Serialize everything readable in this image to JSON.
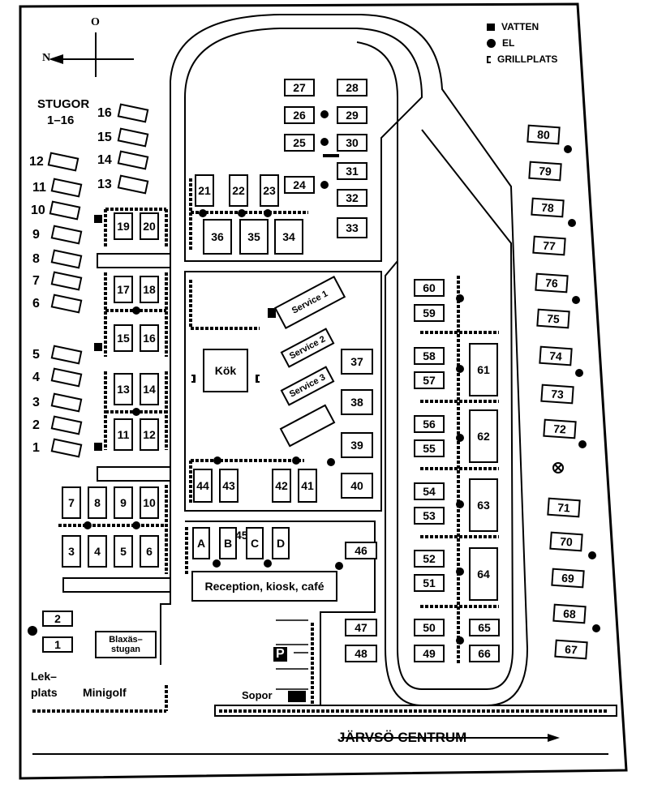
{
  "legend": {
    "water": "VATTEN",
    "electricity": "EL",
    "grill": "GRILLPLATS"
  },
  "compass": {
    "north": "N",
    "east": "O"
  },
  "cabins_title": "STUGOR",
  "cabins_range": "1–16",
  "buildings": {
    "service1": "Service 1",
    "service2": "Service 2",
    "service3": "Service 3",
    "kitchen": "Kök",
    "reception": "Reception, kiosk, café",
    "blaxas_1": "Blaxäs–",
    "blaxas_2": "stugan",
    "group_45": "45"
  },
  "areas": {
    "playground_1": "Lek–",
    "playground_2": "plats",
    "minigolf": "Minigolf",
    "garbage": "Sopor",
    "parking": "P"
  },
  "direction": "JÄRVSÖ CENTRUM",
  "cabins": [
    "1",
    "2",
    "3",
    "4",
    "5",
    "6",
    "7",
    "8",
    "9",
    "10",
    "11",
    "12",
    "13",
    "14",
    "15",
    "16"
  ],
  "plots": [
    "1",
    "2",
    "3",
    "4",
    "5",
    "6",
    "7",
    "8",
    "9",
    "10",
    "11",
    "12",
    "13",
    "14",
    "15",
    "16",
    "17",
    "18",
    "19",
    "20",
    "21",
    "22",
    "23",
    "24",
    "25",
    "26",
    "27",
    "28",
    "29",
    "30",
    "31",
    "32",
    "33",
    "34",
    "35",
    "36",
    "37",
    "38",
    "39",
    "40",
    "41",
    "42",
    "43",
    "44",
    "46",
    "47",
    "48",
    "49",
    "50",
    "51",
    "52",
    "53",
    "54",
    "55",
    "56",
    "57",
    "58",
    "59",
    "60",
    "61",
    "62",
    "63",
    "64",
    "65",
    "66",
    "67",
    "68",
    "69",
    "70",
    "71",
    "72",
    "73",
    "74",
    "75",
    "76",
    "77",
    "78",
    "79",
    "80",
    "A",
    "B",
    "C",
    "D"
  ]
}
